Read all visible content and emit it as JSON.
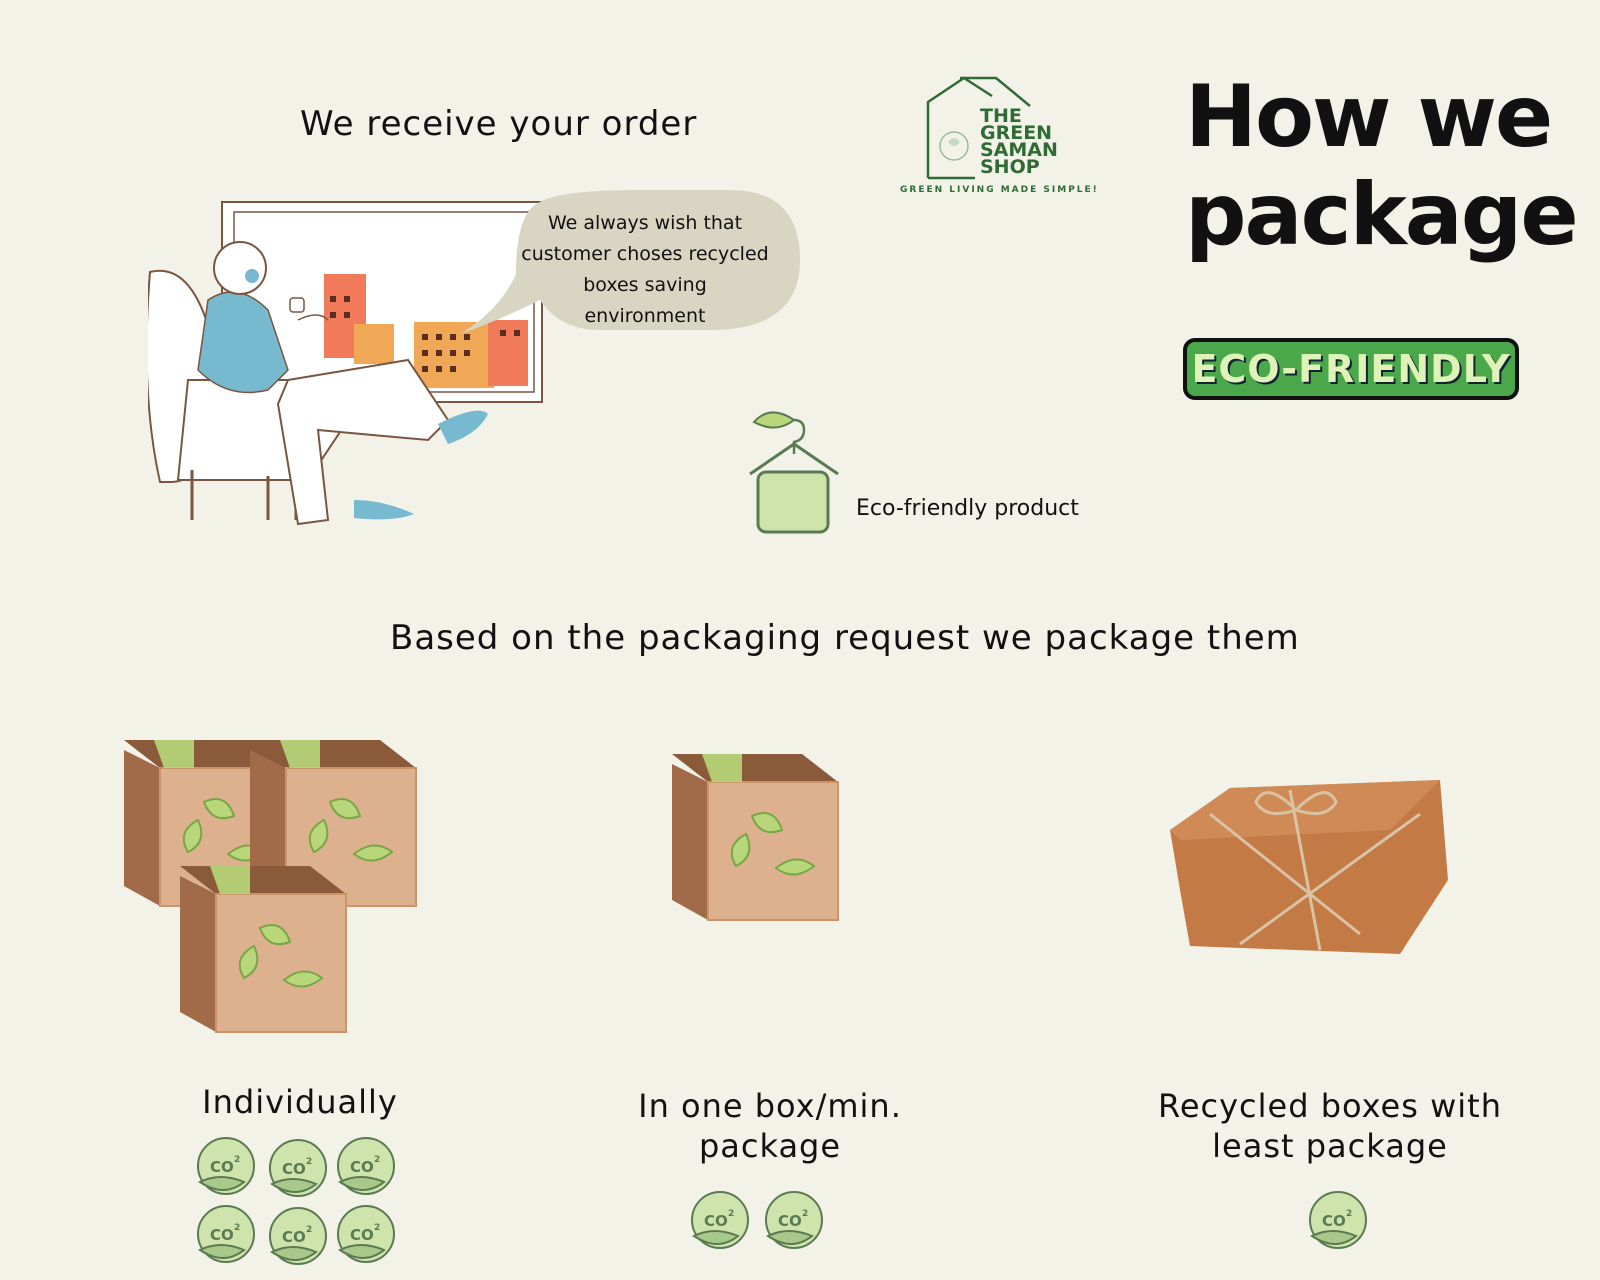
{
  "header": {
    "receive_heading": "We receive your order",
    "title_line1": "How we",
    "title_line2": "package",
    "badge": "ECO-FRIENDLY"
  },
  "logo": {
    "line1": "THE",
    "line2": "GREEN",
    "line3": "SAMAN",
    "line4": "SHOP",
    "tagline": "GREEN LIVING MADE SIMPLE!"
  },
  "speech_bubble": {
    "text": "We always wish that customer choses recycled boxes saving environment"
  },
  "eco_product": {
    "label": "Eco-friendly product"
  },
  "packaging": {
    "heading": "Based on the packaging request we package them",
    "options": [
      {
        "label": "Individually",
        "co2_count": 6
      },
      {
        "label": "In one box/min. package",
        "co2_count": 2
      },
      {
        "label": "Recycled boxes with least package",
        "co2_count": 1
      }
    ]
  },
  "co2_icon_text": "CO",
  "co2_icon_sup": "2",
  "colors": {
    "background": "#f3f2e8",
    "accent_green": "#4aa84b",
    "logo_green": "#2f6b35",
    "box_brown": "#c9946a",
    "leaf_green": "#b7d77a"
  }
}
